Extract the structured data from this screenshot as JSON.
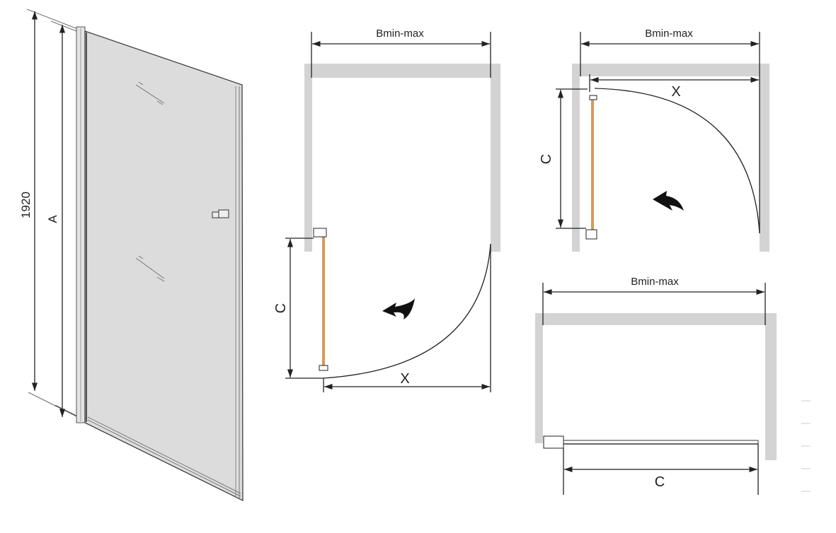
{
  "door_view": {
    "height_label": "1920",
    "glass_height_label": "A"
  },
  "plan_left_hinge": {
    "width_label": "Bmin-max",
    "door_width_label": "C",
    "swing_label": "X"
  },
  "plan_right_hinge": {
    "width_label": "Bmin-max",
    "door_width_label": "C",
    "swing_label": "X"
  },
  "plan_closed": {
    "width_label": "Bmin-max",
    "door_width_label": "C"
  },
  "colors": {
    "wall": "#d3d3d3",
    "door_edge": "#d69a5a",
    "glass": "#dcdcdc",
    "line": "#222222"
  }
}
